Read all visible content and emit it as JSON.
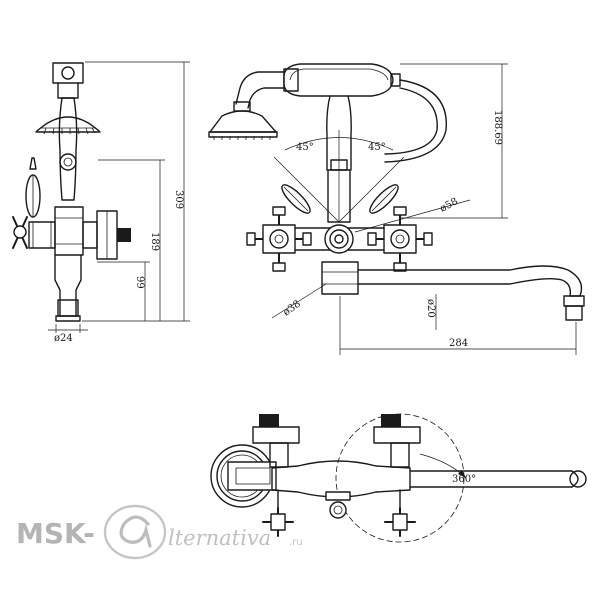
{
  "dimensions": {
    "side_height_total": "309",
    "side_height_body": "189",
    "side_height_outlet": "99",
    "side_outlet_diameter": "ø24",
    "front_hook_height": "188.69",
    "front_angle_left": "45°",
    "front_angle_right": "45°",
    "front_cover_diameter": "ø58",
    "front_spout_base_diameter": "ø38",
    "front_outlet_diameter": "ø20",
    "front_spout_reach": "284",
    "top_rotation": "360°"
  },
  "watermark": {
    "brand": "MSK-",
    "script": "lternativa",
    "domain": ".ru"
  }
}
